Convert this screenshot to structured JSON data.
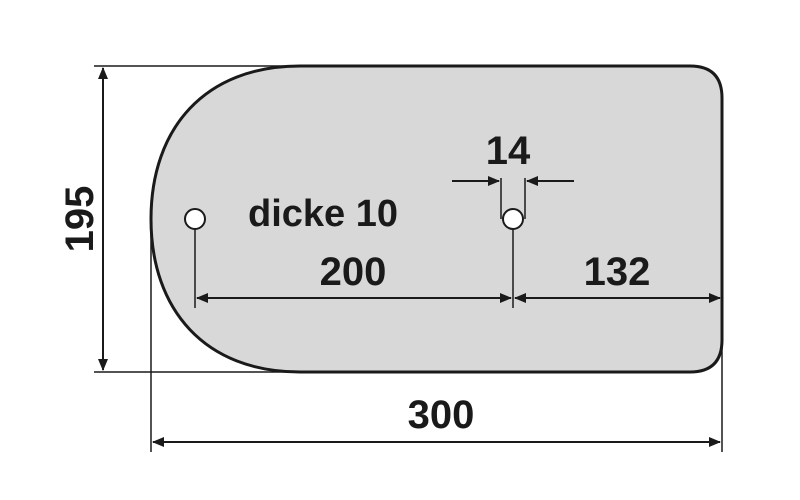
{
  "drawing": {
    "height_label": "195",
    "thickness_label": "dicke 10",
    "hole_diameter_label": "14",
    "hole_spacing_label": "200",
    "right_offset_label": "132",
    "total_width_label": "300"
  },
  "colors": {
    "plate_fill": "#d8d8d8",
    "outline": "#1a1a1a",
    "dimension_line": "#1a1a1a",
    "background": "#ffffff"
  }
}
